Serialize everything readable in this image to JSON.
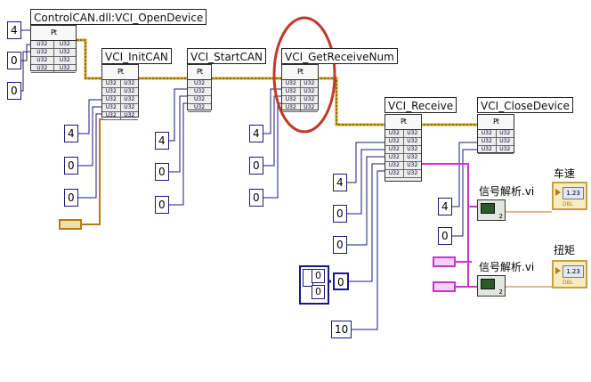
{
  "functions": {
    "open": {
      "title": "ControlCAN.dll:VCI_OpenDevice"
    },
    "init": {
      "title": "VCI_InitCAN"
    },
    "start": {
      "title": "VCI_StartCAN"
    },
    "getnum": {
      "title": "VCI_GetReceiveNum"
    },
    "recv": {
      "title": "VCI_Receive"
    },
    "close": {
      "title": "VCI_CloseDevice"
    }
  },
  "node_labels": {
    "hdr": "Pt",
    "cell": "U32"
  },
  "constants": {
    "open": [
      "4",
      "0",
      "0"
    ],
    "init": [
      "4",
      "0",
      "0"
    ],
    "start": [
      "4",
      "0",
      "0"
    ],
    "getnum": [
      "4",
      "0",
      "0"
    ],
    "recv": [
      "4",
      "0",
      "0"
    ],
    "close": [
      "4",
      "0"
    ],
    "array": [
      "0",
      "0",
      "0"
    ],
    "len": "10"
  },
  "subvis": [
    {
      "label": "信号解析.vi",
      "n": "2"
    },
    {
      "label": "信号解析.vi",
      "n": "2"
    }
  ],
  "indicators": [
    {
      "label": "车速",
      "display": "1.23",
      "type": "DBL"
    },
    {
      "label": "扭矩",
      "display": "1.23",
      "type": "DBL"
    }
  ],
  "colors": {
    "u32_wire": "#1a1a7a",
    "cluster_wire": "#b37a1a",
    "highlight": "#c0392b",
    "pink_wire": "#cc33cc",
    "yellow_wire": "#d4a017"
  }
}
